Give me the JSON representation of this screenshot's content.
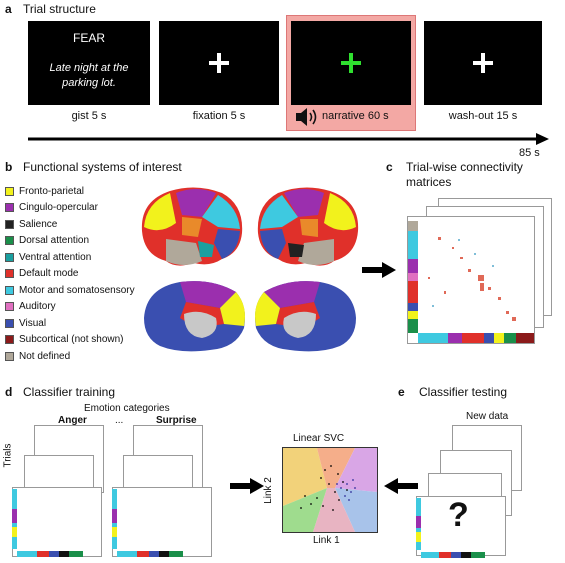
{
  "panel_a": {
    "letter": "a",
    "title": "Trial structure",
    "screens": [
      {
        "heading": "FEAR",
        "text": "Late night at the parking lot.",
        "caption": "gist 5 s"
      },
      {
        "caption": "fixation 5 s"
      },
      {
        "caption": "narrative 60 s"
      },
      {
        "caption": "wash-out 15 s"
      }
    ],
    "total": "85 s"
  },
  "panel_b": {
    "letter": "b",
    "title": "Functional systems of interest",
    "legend": [
      {
        "label": "Fronto-parietal",
        "color": "#f2f21c"
      },
      {
        "label": "Cingulo-opercular",
        "color": "#9b2fae"
      },
      {
        "label": "Salience",
        "color": "#222222"
      },
      {
        "label": "Dorsal attention",
        "color": "#1a8f4a"
      },
      {
        "label": "Ventral attention",
        "color": "#1a9f9f"
      },
      {
        "label": "Default mode",
        "color": "#e0302a"
      },
      {
        "label": "Motor and somatosensory",
        "color": "#3ec9e0"
      },
      {
        "label": "Auditory",
        "color": "#e070c0"
      },
      {
        "label": "Visual",
        "color": "#3a4fb0"
      },
      {
        "label": "Subcortical (not shown)",
        "color": "#8b1a1a"
      },
      {
        "label": "Not defined",
        "color": "#b0a89a"
      }
    ]
  },
  "panel_c": {
    "letter": "c",
    "title_line1": "Trial-wise connectivity",
    "title_line2": "matrices"
  },
  "panel_d": {
    "letter": "d",
    "title": "Classifier training",
    "subtitle": "Emotion categories",
    "cat1": "Anger",
    "dots": "...",
    "cat2": "Surprise",
    "trials": "Trials"
  },
  "svc": {
    "title": "Linear SVC",
    "xlabel": "Link 1",
    "ylabel": "Link 2"
  },
  "panel_e": {
    "letter": "e",
    "title": "Classifier testing",
    "subtitle": "New data",
    "question": "?"
  }
}
